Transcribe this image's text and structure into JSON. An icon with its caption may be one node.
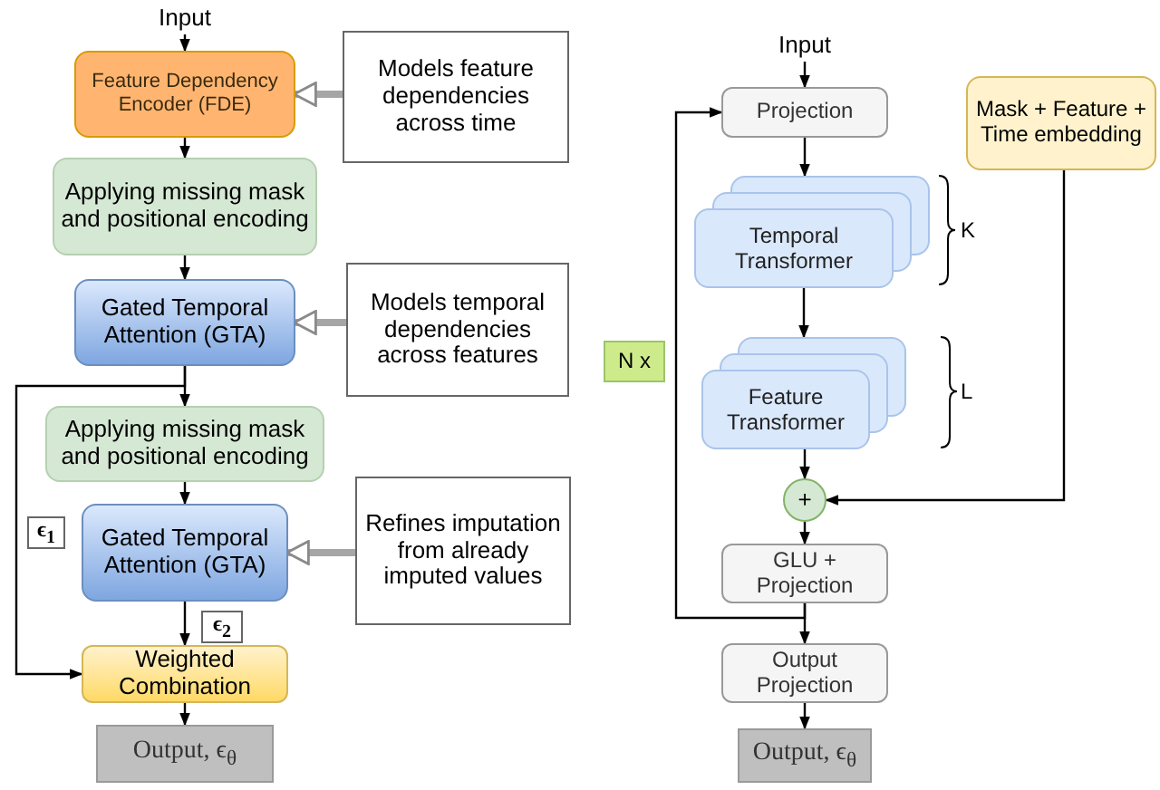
{
  "diagram": {
    "nodes": [
      {
        "text": [
          "Input"
        ]
      },
      {
        "text": [
          "Feature Dependency Encoder (FDE)"
        ]
      },
      {
        "text": [
          "Applying missing mask and positional encoding"
        ]
      },
      {
        "text": [
          "Gated Temporal Attention (GTA)"
        ]
      },
      {
        "text": [
          "Applying missing mask and positional encoding"
        ]
      },
      {
        "text": [
          "Gated Temporal Attention (GTA)"
        ]
      },
      {
        "text": [
          "Weighted Combination"
        ]
      },
      {
        "text": [
          "Output, ϵ$_{θ}$"
        ]
      },
      {
        "text": [
          "Models feature dependencies across time"
        ]
      },
      {
        "text": [
          "Models temporal dependencies across features"
        ]
      },
      {
        "text": [
          "Refines imputation from already imputed values"
        ]
      },
      {
        "text": [
          "ϵ$_{1}$"
        ]
      },
      {
        "text": [
          "ϵ$_{2}$"
        ]
      },
      {
        "text": [
          "Input"
        ]
      },
      {
        "text": [
          "Projection"
        ]
      },
      {
        "text": [
          "Temporal Transformer"
        ]
      },
      {
        "text": [
          "Feature Transformer"
        ]
      },
      {
        "text": [
          "+"
        ]
      },
      {
        "text": [
          "GLU + Projection"
        ]
      },
      {
        "text": [
          "Output Projection"
        ]
      },
      {
        "text": [
          "Output, ϵ$_{θ}$"
        ]
      },
      {
        "text": [
          "Mask + Feature + Time embedding"
        ]
      },
      {
        "text": [
          "N x"
        ]
      }
    ],
    "edges": [
      {
        "from": 0,
        "to": 1,
        "arrow": "to"
      },
      {
        "from": 1,
        "to": 2,
        "arrow": "to"
      },
      {
        "from": 2,
        "to": 3,
        "arrow": "to"
      },
      {
        "from": 3,
        "to": 4,
        "arrow": "to"
      },
      {
        "from": 4,
        "to": 5,
        "arrow": "to"
      },
      {
        "from": 5,
        "to": 6,
        "arrow": "to"
      },
      {
        "from": 6,
        "to": 7,
        "arrow": "to"
      },
      {
        "from": 3,
        "to": 6,
        "arrow": "to"
      },
      {
        "from": 8,
        "to": 1,
        "arrow": "to",
        "style": "thick",
        "color": "#a6a6a6"
      },
      {
        "from": 9,
        "to": 3,
        "arrow": "to",
        "style": "thick",
        "color": "#a6a6a6"
      },
      {
        "from": 10,
        "to": 5,
        "arrow": "to",
        "style": "thick",
        "color": "#a6a6a6"
      },
      {
        "from": 13,
        "to": 14,
        "arrow": "to"
      },
      {
        "from": 14,
        "to": 15,
        "arrow": "to"
      },
      {
        "from": 15,
        "to": 16,
        "arrow": "to"
      },
      {
        "from": 16,
        "to": 17,
        "arrow": "to"
      },
      {
        "from": 17,
        "to": 18,
        "arrow": "to"
      },
      {
        "from": 18,
        "to": 19,
        "arrow": "to"
      },
      {
        "from": 19,
        "to": 20,
        "arrow": "to"
      },
      {
        "from": 21,
        "to": 17,
        "arrow": "to"
      },
      {
        "from": 18,
        "to": 14,
        "arrow": "to"
      }
    ],
    "labels": [
      "K",
      "L"
    ]
  }
}
